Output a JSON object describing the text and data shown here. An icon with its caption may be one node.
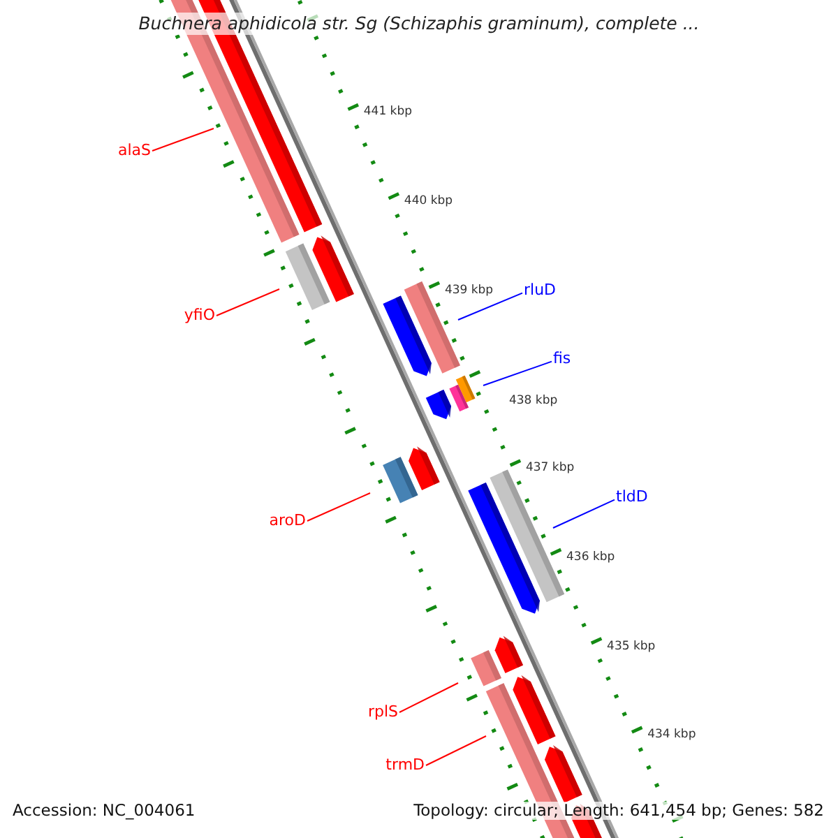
{
  "diagram": {
    "title": "Buchnera aphidicola str. Sg (Schizaphis graminum), complete ...",
    "nodes": [
      {
        "text": [
          "alaS"
        ]
      },
      {
        "text": [
          "rluD"
        ]
      },
      {
        "text": [
          "yfiO"
        ]
      },
      {
        "text": [
          "fis"
        ]
      },
      {
        "text": [
          "aroD"
        ]
      },
      {
        "text": [
          "tldD"
        ]
      },
      {
        "text": [
          "rplS"
        ]
      },
      {
        "text": [
          "trmD"
        ]
      }
    ],
    "edges": [
      {
        "from": 0,
        "to": null,
        "arrow": "none"
      },
      {
        "from": 1,
        "to": null,
        "arrow": "none",
        "color": "#0000ff"
      },
      {
        "from": 2,
        "to": null,
        "arrow": "none"
      },
      {
        "from": 3,
        "to": null,
        "arrow": "none",
        "color": "#0000ff"
      },
      {
        "from": 4,
        "to": null,
        "arrow": "none"
      },
      {
        "from": 5,
        "to": null,
        "arrow": "none",
        "color": "#0000ff"
      },
      {
        "from": 6,
        "to": null,
        "arrow": "none"
      },
      {
        "from": 7,
        "to": null,
        "arrow": "none"
      }
    ],
    "labels": [
      "441 kbp",
      "440 kbp",
      "439 kbp",
      "438 kbp",
      "437 kbp",
      "436 kbp",
      "435 kbp",
      "434 kbp",
      "Accession: NC_004061",
      "Topology: circular; Length: 641,454 bp; Genes: 582"
    ]
  }
}
